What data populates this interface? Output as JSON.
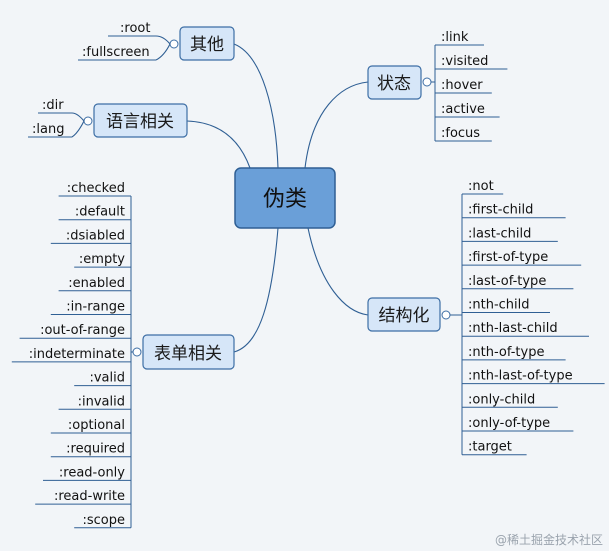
{
  "center": {
    "label": "伪类"
  },
  "branches": {
    "other": {
      "label": "其他",
      "items": [
        ":root",
        ":fullscreen"
      ]
    },
    "lang": {
      "label": "语言相关",
      "items": [
        ":dir",
        ":lang"
      ]
    },
    "form": {
      "label": "表单相关",
      "items": [
        ":checked",
        ":default",
        ":dsiabled",
        ":empty",
        ":enabled",
        ":in-range",
        ":out-of-range",
        ":indeterminate",
        ":valid",
        ":invalid",
        ":optional",
        ":required",
        ":read-only",
        ":read-write",
        ":scope"
      ]
    },
    "state": {
      "label": "状态",
      "items": [
        ":link",
        ":visited",
        ":hover",
        ":active",
        ":focus"
      ]
    },
    "structure": {
      "label": "结构化",
      "items": [
        ":not",
        ":first-child",
        ":last-child",
        ":first-of-type",
        ":last-of-type",
        ":nth-child",
        ":nth-last-child",
        ":nth-of-type",
        ":nth-last-of-type",
        ":only-child",
        ":only-of-type",
        ":target"
      ]
    }
  },
  "watermark": "@稀土掘金技术社区",
  "colors": {
    "background": "#f2f5f8",
    "node_fill": "#d6e6f8",
    "center_fill": "#6a9fd8",
    "line": "#2f5f94"
  }
}
